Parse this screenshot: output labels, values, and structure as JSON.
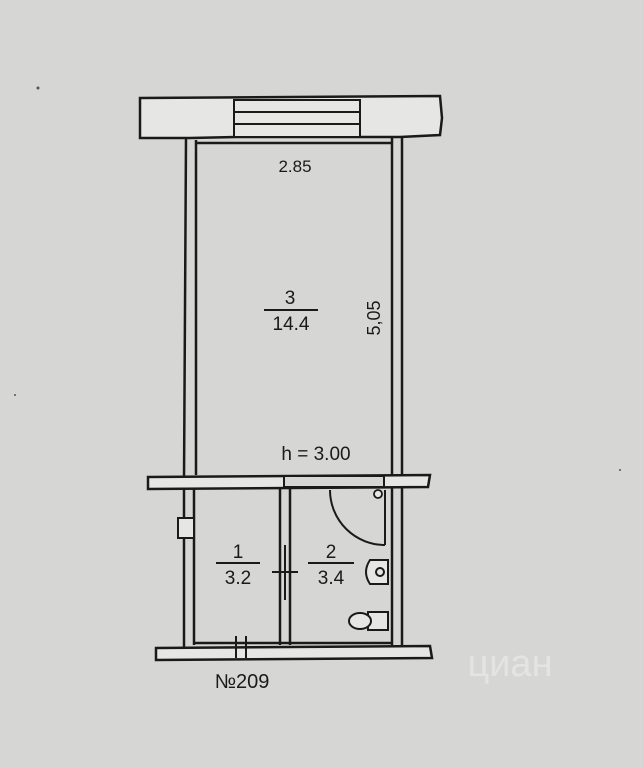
{
  "colors": {
    "background": "#d6d6d4",
    "ink": "#1a1a1a",
    "wall_fill": "#e6e6e4"
  },
  "dimensions": {
    "width_label": "2.85",
    "length_label": "5,05",
    "ceiling_height_label": "h = 3.00"
  },
  "rooms": [
    {
      "number": "3",
      "area": "14.4"
    },
    {
      "number": "1",
      "area": "3.2"
    },
    {
      "number": "2",
      "area": "3.4"
    }
  ],
  "apartment_number": "№209",
  "watermark": "циан"
}
